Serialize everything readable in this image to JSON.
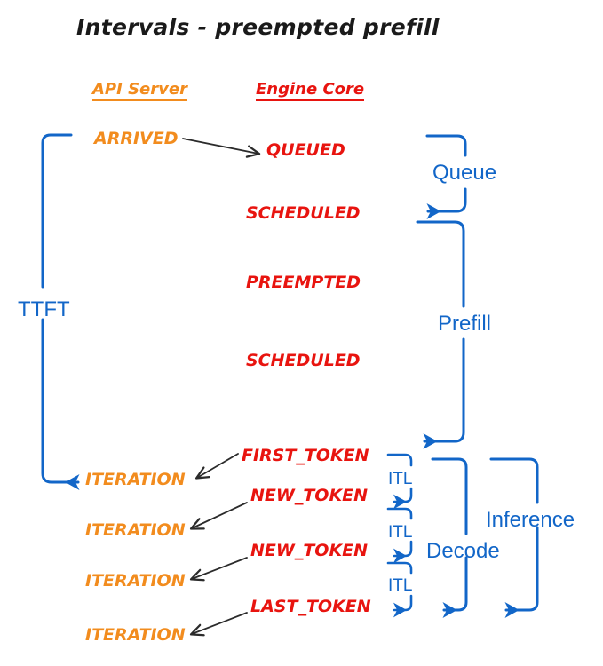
{
  "title": "Intervals - preempted prefill",
  "colors": {
    "api_server": "#F28C1E",
    "engine_core": "#E8140F",
    "interval_blue": "#1266C8",
    "arrow_black": "#2b2b2b",
    "title_black": "#1a1a1a",
    "background": "#FFFFFF"
  },
  "columns": {
    "api_server": {
      "label": "API Server"
    },
    "engine_core": {
      "label": "Engine Core"
    }
  },
  "api_server_events": [
    {
      "label": "ARRIVED"
    },
    {
      "label": "ITERATION"
    },
    {
      "label": "ITERATION"
    },
    {
      "label": "ITERATION"
    },
    {
      "label": "ITERATION"
    }
  ],
  "engine_core_events": [
    {
      "label": "QUEUED"
    },
    {
      "label": "SCHEDULED"
    },
    {
      "label": "PREEMPTED"
    },
    {
      "label": "SCHEDULED"
    },
    {
      "label": "FIRST_TOKEN"
    },
    {
      "label": "NEW_TOKEN"
    },
    {
      "label": "NEW_TOKEN"
    },
    {
      "label": "LAST_TOKEN"
    }
  ],
  "intervals": [
    {
      "label": "TTFT"
    },
    {
      "label": "Queue"
    },
    {
      "label": "Prefill"
    },
    {
      "label": "Decode"
    },
    {
      "label": "Inference"
    }
  ],
  "itl_labels": [
    {
      "label": "ITL"
    },
    {
      "label": "ITL"
    },
    {
      "label": "ITL"
    }
  ]
}
